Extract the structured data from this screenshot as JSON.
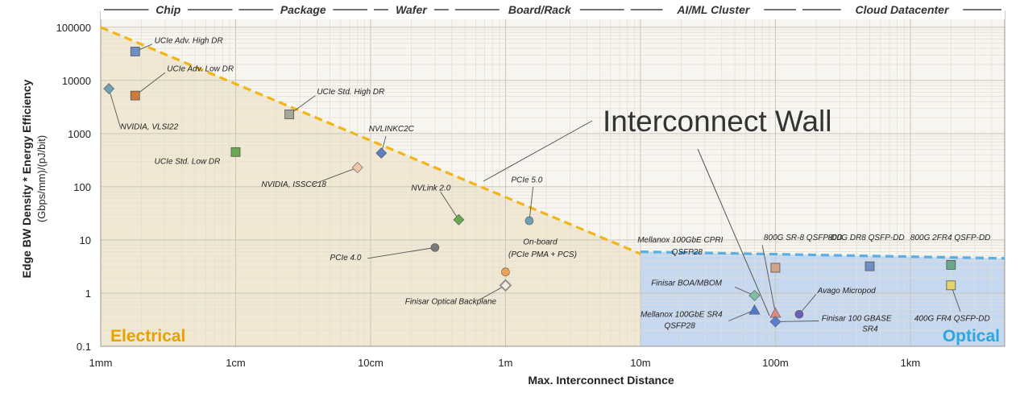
{
  "chart_data": {
    "type": "scatter",
    "title": "",
    "xlabel": "Max. Interconnect Distance",
    "ylabel": "Edge BW Density * Energy Efficiency",
    "ylabel_sub": "(Gbps/mm)/(pJ/bit)",
    "xscale": "log",
    "yscale": "log",
    "xlim": [
      0.001,
      5000
    ],
    "ylim": [
      0.1,
      200000
    ],
    "grid": true,
    "x_ticks": [
      {
        "value": 0.001,
        "label": "1mm"
      },
      {
        "value": 0.01,
        "label": "1cm"
      },
      {
        "value": 0.1,
        "label": "10cm"
      },
      {
        "value": 1,
        "label": "1m"
      },
      {
        "value": 10,
        "label": "10m"
      },
      {
        "value": 100,
        "label": "100m"
      },
      {
        "value": 1000,
        "label": "1km"
      }
    ],
    "y_ticks": [
      {
        "value": 0.1,
        "label": "0.1"
      },
      {
        "value": 1,
        "label": "1"
      },
      {
        "value": 10,
        "label": "10"
      },
      {
        "value": 100,
        "label": "100"
      },
      {
        "value": 1000,
        "label": "1000"
      },
      {
        "value": 10000,
        "label": "10000"
      },
      {
        "value": 100000,
        "label": "100000"
      }
    ],
    "categories_top": [
      {
        "label": "Chip",
        "from": 0.001,
        "to": 0.01
      },
      {
        "label": "Package",
        "from": 0.01,
        "to": 0.1
      },
      {
        "label": "Wafer",
        "from": 0.1,
        "to": 0.4
      },
      {
        "label": "Board/Rack",
        "from": 0.4,
        "to": 8
      },
      {
        "label": "AI/ML Cluster",
        "from": 8,
        "to": 150
      },
      {
        "label": "Cloud Datacenter",
        "from": 150,
        "to": 5000
      }
    ],
    "regions": [
      {
        "name": "Electrical",
        "color": "#efe7cf",
        "label_color": "#e8a200"
      },
      {
        "name": "Optical",
        "color": "#c3d6ee",
        "label_color": "#2ba6e0"
      }
    ],
    "walls": [
      {
        "style": "dashed",
        "color": "#f2b519",
        "points": [
          [
            0.001,
            100000
          ],
          [
            10,
            5.5
          ]
        ]
      },
      {
        "style": "dashed",
        "color": "#5aaee0",
        "points": [
          [
            10,
            6
          ],
          [
            5000,
            4.5
          ]
        ]
      }
    ],
    "annotation": "Interconnect Wall",
    "points": [
      {
        "label": "UCIe Adv. High DR",
        "x": 0.0018,
        "y": 35000,
        "marker": "square",
        "color": "#6f8fc4"
      },
      {
        "label": "UCIe Adv. Low DR",
        "x": 0.0018,
        "y": 5200,
        "marker": "square",
        "color": "#d07a3a"
      },
      {
        "label": "NVIDIA, VLSI22",
        "x": 0.00115,
        "y": 7000,
        "marker": "diamond",
        "color": "#6f9fb0"
      },
      {
        "label": "UCIe Std. High DR",
        "x": 0.025,
        "y": 2300,
        "marker": "square",
        "color": "#a7a798"
      },
      {
        "label": "UCIe Std. Low DR",
        "x": 0.01,
        "y": 450,
        "marker": "square",
        "color": "#6aa84f"
      },
      {
        "label": "NVLINKC2C",
        "x": 0.12,
        "y": 430,
        "marker": "diamond",
        "color": "#5b7fbe"
      },
      {
        "label": "NVIDIA, ISSCC18",
        "x": 0.08,
        "y": 230,
        "marker": "diamond",
        "color": "#f2c4a8"
      },
      {
        "label": "NVLink 2.0",
        "x": 0.45,
        "y": 24,
        "marker": "diamond",
        "color": "#6aa84f"
      },
      {
        "label": "PCIe 5.0",
        "x": 1.5,
        "y": 23,
        "marker": "circle",
        "color": "#6f9fb0"
      },
      {
        "label": "PCIe 4.0",
        "x": 0.3,
        "y": 7.2,
        "marker": "circle",
        "color": "#7a7a7a"
      },
      {
        "label": "On-board (PCIe PMA + PCS)",
        "x": 1,
        "y": 2.5,
        "marker": "circle",
        "color": "#f0a055"
      },
      {
        "label": "Finisar Optical Backplane",
        "x": 1,
        "y": 1.4,
        "marker": "diamond-open",
        "color": "#8a8a8a"
      },
      {
        "label": "Mellanox 100GbE CPRI QSFP28",
        "x": 100,
        "y": 0.42,
        "marker": "triangle",
        "color": "#e08a7a"
      },
      {
        "label": "800G SR-8 QSFP-DD",
        "x": 100,
        "y": 3,
        "marker": "square",
        "color": "#d0a48a"
      },
      {
        "label": "800G DR8 QSFP-DD",
        "x": 500,
        "y": 3.2,
        "marker": "square",
        "color": "#6f8fc4"
      },
      {
        "label": "800G 2FR4 QSFP-DD",
        "x": 2000,
        "y": 3.4,
        "marker": "square",
        "color": "#6aa88a"
      },
      {
        "label": "Finisar BOA/MBOM",
        "x": 70,
        "y": 0.9,
        "marker": "diamond",
        "color": "#7fc0a0"
      },
      {
        "label": "Mellanox 100GbE SR4 QSFP28",
        "x": 70,
        "y": 0.48,
        "marker": "triangle",
        "color": "#4f78c8"
      },
      {
        "label": "Avago Micropod",
        "x": 150,
        "y": 0.4,
        "marker": "circle",
        "color": "#6a5fb4"
      },
      {
        "label": "Finisar 100 GBASE SR4",
        "x": 100,
        "y": 0.29,
        "marker": "diamond",
        "color": "#5b7fd0"
      },
      {
        "label": "400G FR4 QSFP-DD",
        "x": 2000,
        "y": 1.4,
        "marker": "square",
        "color": "#e6d36a"
      }
    ]
  },
  "labels": [
    {
      "text": "UCIe Adv. High DR",
      "tx": 0.0025,
      "ty": 50000,
      "anchor": "start"
    },
    {
      "text": "UCIe Adv. Low DR",
      "tx": 0.0031,
      "ty": 15000,
      "anchor": "start"
    },
    {
      "text": "NVIDIA, VLSI22",
      "tx": 0.0014,
      "ty": 1200,
      "anchor": "start"
    },
    {
      "text": "UCIe Std. High DR",
      "tx": 0.04,
      "ty": 5500,
      "anchor": "start"
    },
    {
      "text": "UCIe Std. Low DR",
      "tx": 0.0025,
      "ty": 270,
      "anchor": "start"
    },
    {
      "text": "NVLINKC2C",
      "tx": 0.097,
      "ty": 1100,
      "anchor": "start"
    },
    {
      "text": "NVIDIA, ISSCC18",
      "tx": 0.0155,
      "ty": 100,
      "anchor": "start"
    },
    {
      "text": "NVLink 2.0",
      "tx": 0.2,
      "ty": 85,
      "anchor": "start"
    },
    {
      "text": "PCIe 5.0",
      "tx": 1.1,
      "ty": 120,
      "anchor": "start"
    },
    {
      "text": "PCIe 4.0",
      "tx": 0.05,
      "ty": 4.2,
      "anchor": "start"
    },
    {
      "text": "On-board",
      "tx": 1.35,
      "ty": 8.2,
      "anchor": "start"
    },
    {
      "text": "(PCIe PMA + PCS)",
      "tx": 1.05,
      "ty": 4.8,
      "anchor": "start"
    },
    {
      "text": "Finisar Optical Backplane",
      "tx": 0.18,
      "ty": 0.62,
      "anchor": "start"
    },
    {
      "text": "Mellanox 100GbE CPRI",
      "tx": 9.5,
      "ty": 9.0,
      "anchor": "start"
    },
    {
      "text": "QSFP28",
      "tx": 17,
      "ty": 5.3,
      "anchor": "start"
    },
    {
      "text": "800G SR-8 QSFP-DD",
      "tx": 82,
      "ty": 10,
      "anchor": "start"
    },
    {
      "text": "800G DR8 QSFP-DD",
      "tx": 245,
      "ty": 10,
      "anchor": "start"
    },
    {
      "text": "800G 2FR4 QSFP-DD",
      "tx": 1000,
      "ty": 10,
      "anchor": "start"
    },
    {
      "text": "Finisar BOA/MBOM",
      "tx": 12,
      "ty": 1.4,
      "anchor": "start"
    },
    {
      "text": "Avago Micropod",
      "tx": 205,
      "ty": 1.0,
      "anchor": "start"
    },
    {
      "text": "Mellanox 100GbE SR4",
      "tx": 10,
      "ty": 0.36,
      "anchor": "start"
    },
    {
      "text": "QSFP28",
      "tx": 15,
      "ty": 0.22,
      "anchor": "start"
    },
    {
      "text": "Finisar 100 GBASE",
      "tx": 220,
      "ty": 0.3,
      "anchor": "start"
    },
    {
      "text": "SR4",
      "tx": 440,
      "ty": 0.19,
      "anchor": "start"
    },
    {
      "text": "400G FR4 QSFP-DD",
      "tx": 1070,
      "ty": 0.3,
      "anchor": "start"
    }
  ]
}
